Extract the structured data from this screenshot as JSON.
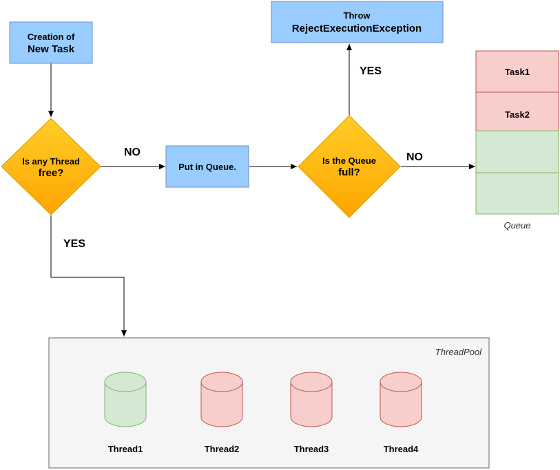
{
  "nodes": {
    "creation": {
      "line1": "Creation of",
      "line2": "New Task"
    },
    "thread_free": {
      "line1": "Is any Thread",
      "line2": "free?"
    },
    "put_in_queue": {
      "label": "Put in Queue."
    },
    "queue_full": {
      "line1": "Is the Queue",
      "line2": "full?"
    },
    "throw": {
      "line1": "Throw",
      "line2": "RejectExecutionException"
    }
  },
  "edges": {
    "thread_free_no": "NO",
    "thread_free_yes": "YES",
    "queue_full_no": "NO",
    "queue_full_yes": "YES"
  },
  "queue": {
    "caption": "Queue",
    "slots": [
      {
        "label": "Task1",
        "state": "occupied"
      },
      {
        "label": "Task2",
        "state": "occupied"
      },
      {
        "label": "",
        "state": "empty"
      },
      {
        "label": "",
        "state": "empty"
      }
    ]
  },
  "thread_pool": {
    "caption": "ThreadPool",
    "threads": [
      {
        "label": "Thread1",
        "state": "free"
      },
      {
        "label": "Thread2",
        "state": "busy"
      },
      {
        "label": "Thread3",
        "state": "busy"
      },
      {
        "label": "Thread4",
        "state": "busy"
      }
    ]
  },
  "colors": {
    "process_fill": "#99ccff",
    "process_stroke": "#6c8ebf",
    "decision_top": "#ffcd28",
    "decision_bottom": "#ffa500",
    "decision_stroke": "#d79b00",
    "busy_fill": "#f8cecc",
    "busy_stroke": "#b85450",
    "free_fill": "#d5e8d4",
    "free_stroke": "#82b366",
    "pool_fill": "#f5f5f5",
    "pool_stroke": "#666666"
  }
}
